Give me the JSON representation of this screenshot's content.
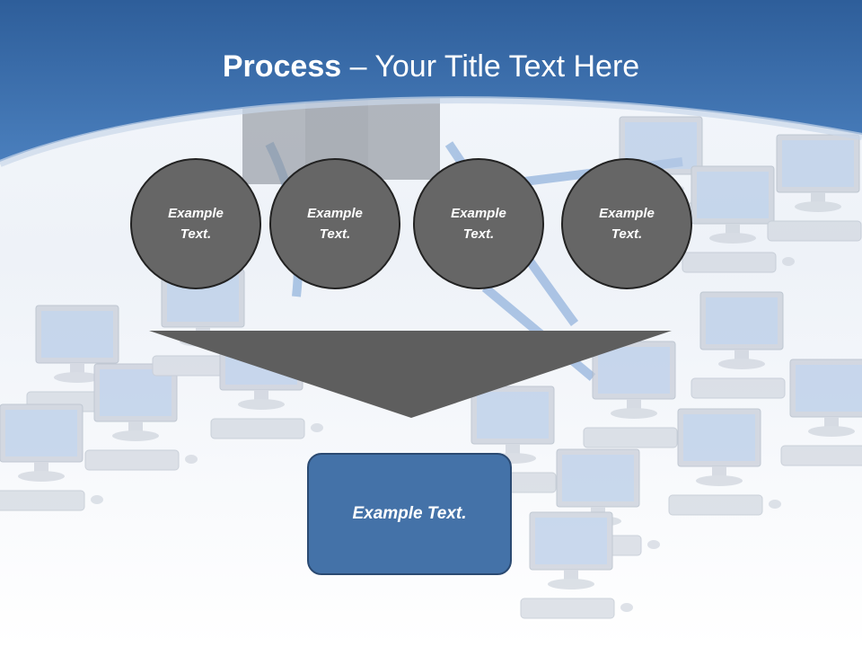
{
  "title": {
    "bold": "Process",
    "rest": " – Your Title Text Here"
  },
  "steps": [
    {
      "line1": "Example",
      "line2": "Text."
    },
    {
      "line1": "Example",
      "line2": "Text."
    },
    {
      "line1": "Example",
      "line2": "Text."
    },
    {
      "line1": "Example",
      "line2": "Text."
    }
  ],
  "result": {
    "label": "Example Text."
  },
  "colors": {
    "header_blue": "#3b6fac",
    "circle_fill": "#666666",
    "box_fill": "#4472a8",
    "funnel_fill": "#5e5e5e"
  }
}
